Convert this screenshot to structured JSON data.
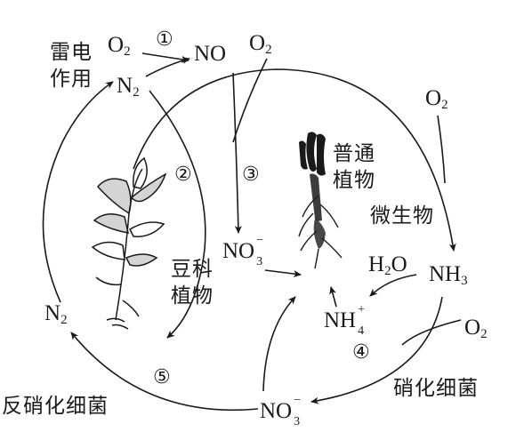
{
  "steps": {
    "s1": "①",
    "s2": "②",
    "s3": "③",
    "s4": "④",
    "s5": "⑤"
  },
  "labels": {
    "lightning_l1": "雷电",
    "lightning_l2": "作用",
    "legume_l1": "豆科",
    "legume_l2": "植物",
    "plant_l1": "普通",
    "plant_l2": "植物",
    "microbe": "微生物",
    "nitrifying": "硝化细菌",
    "denitrifying": "反硝化细菌"
  },
  "species": {
    "o2_a": {
      "base": "O",
      "sub": "2"
    },
    "o2_b": {
      "base": "O",
      "sub": "2"
    },
    "o2_c": {
      "base": "O",
      "sub": "2"
    },
    "o2_d": {
      "base": "O",
      "sub": "2"
    },
    "no": {
      "base": "NO"
    },
    "n2_top": {
      "base": "N",
      "sub": "2"
    },
    "n2_left": {
      "base": "N",
      "sub": "2"
    },
    "no3_mid": {
      "base": "NO",
      "sub": "3",
      "sup": "−"
    },
    "no3_bot": {
      "base": "NO",
      "sub": "3",
      "sup": "−"
    },
    "nh3": {
      "base": "NH",
      "sub": "3"
    },
    "h2o": {
      "base": "H",
      "sub": "2",
      "tail": "O"
    },
    "nh4": {
      "base": "NH",
      "sub": "4",
      "sup": "+"
    }
  }
}
